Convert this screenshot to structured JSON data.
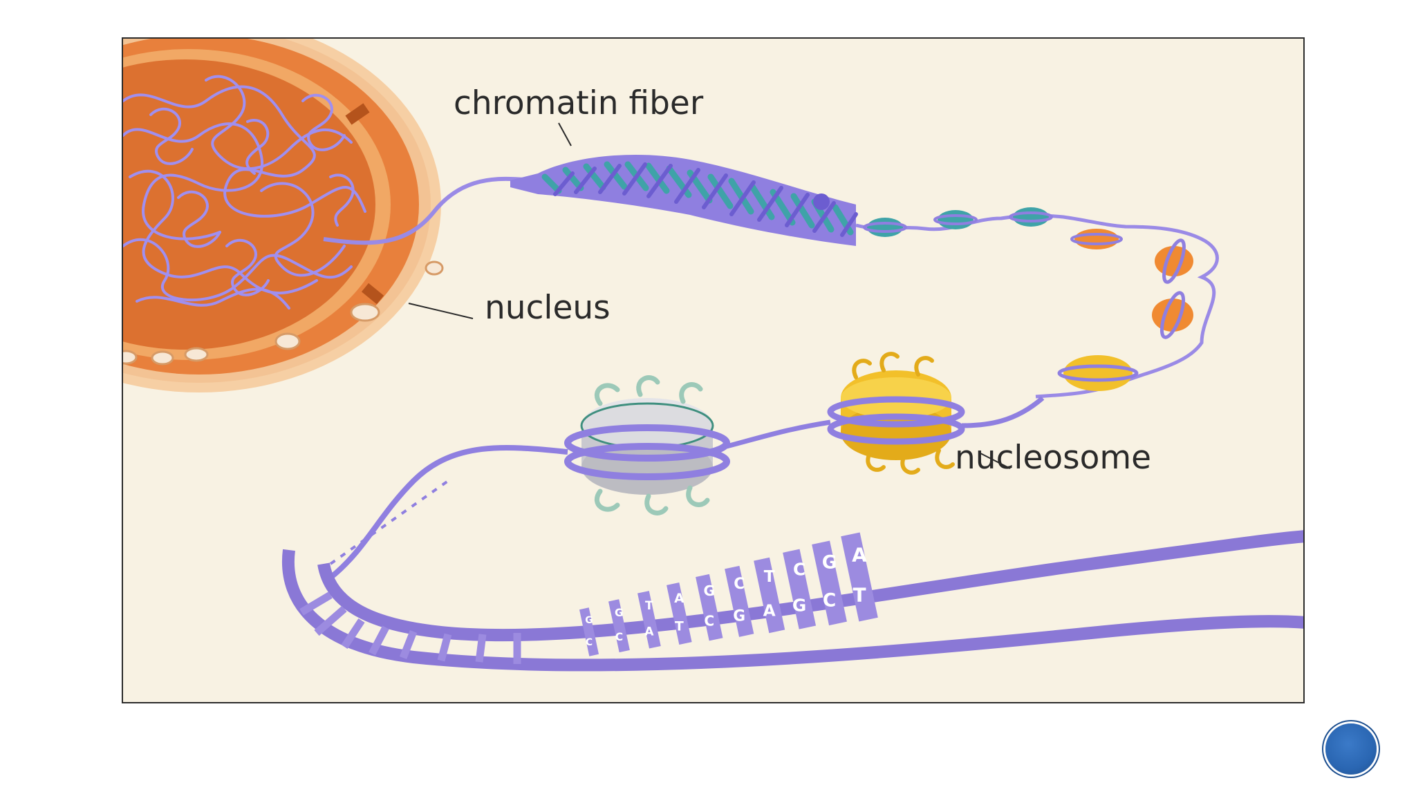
{
  "labels": {
    "chromatin_fiber": "chromatin fiber",
    "nucleus": "nucleus",
    "nucleosome": "nucleosome"
  },
  "base_pairs": {
    "top": [
      "G",
      "G",
      "T",
      "A",
      "G",
      "C",
      "T",
      "C",
      "G",
      "A"
    ],
    "bottom": [
      "C",
      "C",
      "A",
      "T",
      "C",
      "G",
      "A",
      "G",
      "C",
      "T"
    ]
  },
  "colors": {
    "background": "#f8f2e3",
    "dna_strand": "#8a78d6",
    "dna_rung": "#9c8be0",
    "nucleus": "#f3c394",
    "nucleus_inner": "#e8803c",
    "chromatin": "#9a8ae6",
    "histone_teal": "#3fa3a8",
    "histone_orange": "#f08a32",
    "histone_yellow": "#f2c02a",
    "histone_gray": "#c9c9cf"
  },
  "icons": {
    "nav": "slide-nav-icon"
  }
}
